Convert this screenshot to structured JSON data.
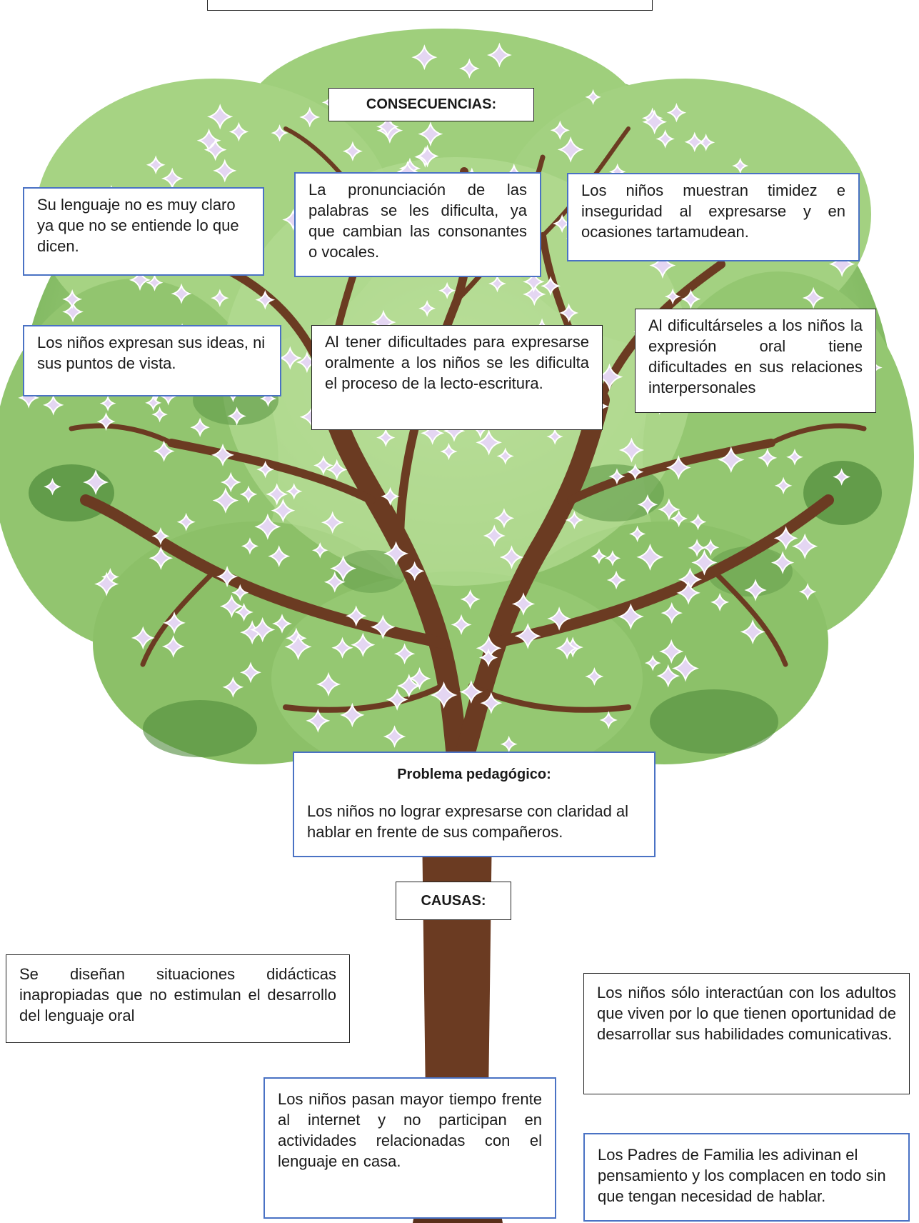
{
  "consecuencias": {
    "heading": "CONSECUENCIAS:",
    "items": [
      "Su lenguaje no es muy claro ya que no se entiende lo que dicen.",
      "La pronunciación de las palabras se les dificulta, ya que cambian las consonantes o vocales.",
      "Los niños muestran timidez e inseguridad al expresarse y en ocasiones tartamudean.",
      "Los niños expresan sus ideas, ni sus puntos de vista.",
      "Al tener dificultades para expresarse oralmente a los niños se les dificulta el proceso de la lecto-escritura.",
      "Al dificultárseles a los niños la expresión oral tiene dificultades en sus relaciones interpersonales"
    ]
  },
  "problema": {
    "title": "Problema pedagógico:",
    "text": "Los niños no lograr expresarse con claridad al hablar en frente de sus compañeros."
  },
  "causas": {
    "heading": "CAUSAS:",
    "items": [
      "Se diseñan situaciones didácticas inapropiadas que no estimulan el desarrollo del lenguaje oral",
      "Los niños sólo interactúan con los adultos que viven por lo que tienen oportunidad de desarrollar sus habilidades comunicativas.",
      "Los niños pasan mayor tiempo frente al internet y no participan en actividades relacionadas con el lenguaje en casa.",
      "Los Padres de Familia les adivinan el pensamiento y los complacen en todo sin que tengan necesidad de hablar."
    ]
  },
  "colors": {
    "foliage_light": "#a9d48a",
    "foliage_mid": "#7fba5c",
    "foliage_dark": "#4f8a3a",
    "trunk": "#6b3b22",
    "flower": "#d9c8ec",
    "blue_border": "#4a72c4"
  }
}
